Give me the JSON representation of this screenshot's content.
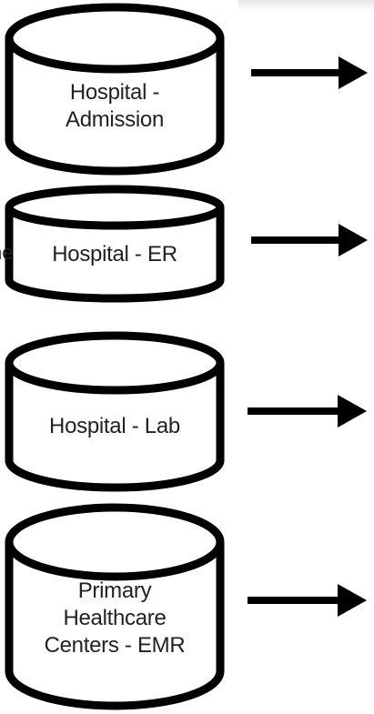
{
  "databases": [
    {
      "id": "admission",
      "lines": [
        "Hospital -",
        "Admission"
      ]
    },
    {
      "id": "er",
      "lines": [
        "Hospital - ER"
      ]
    },
    {
      "id": "lab",
      "lines": [
        "Hospital - Lab"
      ]
    },
    {
      "id": "emr",
      "lines": [
        "Primary",
        "Healthcare",
        "Centers - EMR"
      ]
    }
  ],
  "cut_off_text": "ne",
  "colors": {
    "stroke": "#000000",
    "fill": "#ffffff",
    "text": "#222222"
  }
}
